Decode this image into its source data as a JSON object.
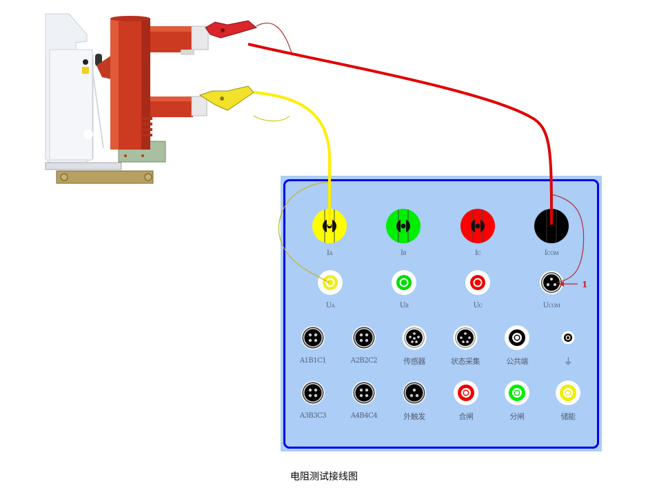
{
  "diagram": {
    "caption": "电阻测试接线图",
    "device": "vacuum-circuit-breaker",
    "current_terminals": [
      {
        "id": "IA",
        "label_main": "I",
        "label_sub": "A",
        "color": "#ffff00"
      },
      {
        "id": "IB",
        "label_main": "I",
        "label_sub": "B",
        "color": "#00ee00"
      },
      {
        "id": "IC",
        "label_main": "I",
        "label_sub": "C",
        "color": "#ff0000"
      },
      {
        "id": "ICOM",
        "label_main": "I",
        "label_sub": "COM",
        "color": "#000000"
      }
    ],
    "voltage_terminals": [
      {
        "id": "UA",
        "label_main": "U",
        "label_sub": "A",
        "color": "#ffff00"
      },
      {
        "id": "UB",
        "label_main": "U",
        "label_sub": "B",
        "color": "#00ee00"
      },
      {
        "id": "UC",
        "label_main": "U",
        "label_sub": "C",
        "color": "#ff0000"
      },
      {
        "id": "UCOM",
        "label_main": "U",
        "label_sub": "COM",
        "color": "#000000"
      }
    ],
    "annotation": "1",
    "row3": [
      {
        "label": "A1B1C1",
        "type": "4pin"
      },
      {
        "label": "A2B2C2",
        "type": "4pin"
      },
      {
        "label": "传感器",
        "type": "5pin"
      },
      {
        "label": "状态采集",
        "type": "4pin-tri"
      },
      {
        "label": "公共端",
        "type": "black-jack"
      },
      {
        "label": "⏚",
        "type": "ground"
      }
    ],
    "row4": [
      {
        "label": "A3B3C3",
        "type": "4pin"
      },
      {
        "label": "A4B4C4",
        "type": "4pin"
      },
      {
        "label": "外触发",
        "type": "3pin"
      },
      {
        "label": "合闸",
        "type": "jack",
        "color": "#ff0000"
      },
      {
        "label": "分闸",
        "type": "jack",
        "color": "#00ee00"
      },
      {
        "label": "储能",
        "type": "jack",
        "color": "#eeee00"
      }
    ],
    "wires": [
      {
        "name": "red-lead",
        "color": "#e00000",
        "from": "upper-terminal",
        "to": "ICOM"
      },
      {
        "name": "yellow-lead",
        "color": "#ffee00",
        "from": "lower-terminal",
        "to": "IA"
      },
      {
        "name": "red-sense-lead",
        "color": "#b03030",
        "from": "upper-terminal",
        "to": "UCOM"
      },
      {
        "name": "yellow-sense-lead",
        "color": "#d8c020",
        "from": "lower-terminal",
        "to": "UA"
      }
    ]
  }
}
